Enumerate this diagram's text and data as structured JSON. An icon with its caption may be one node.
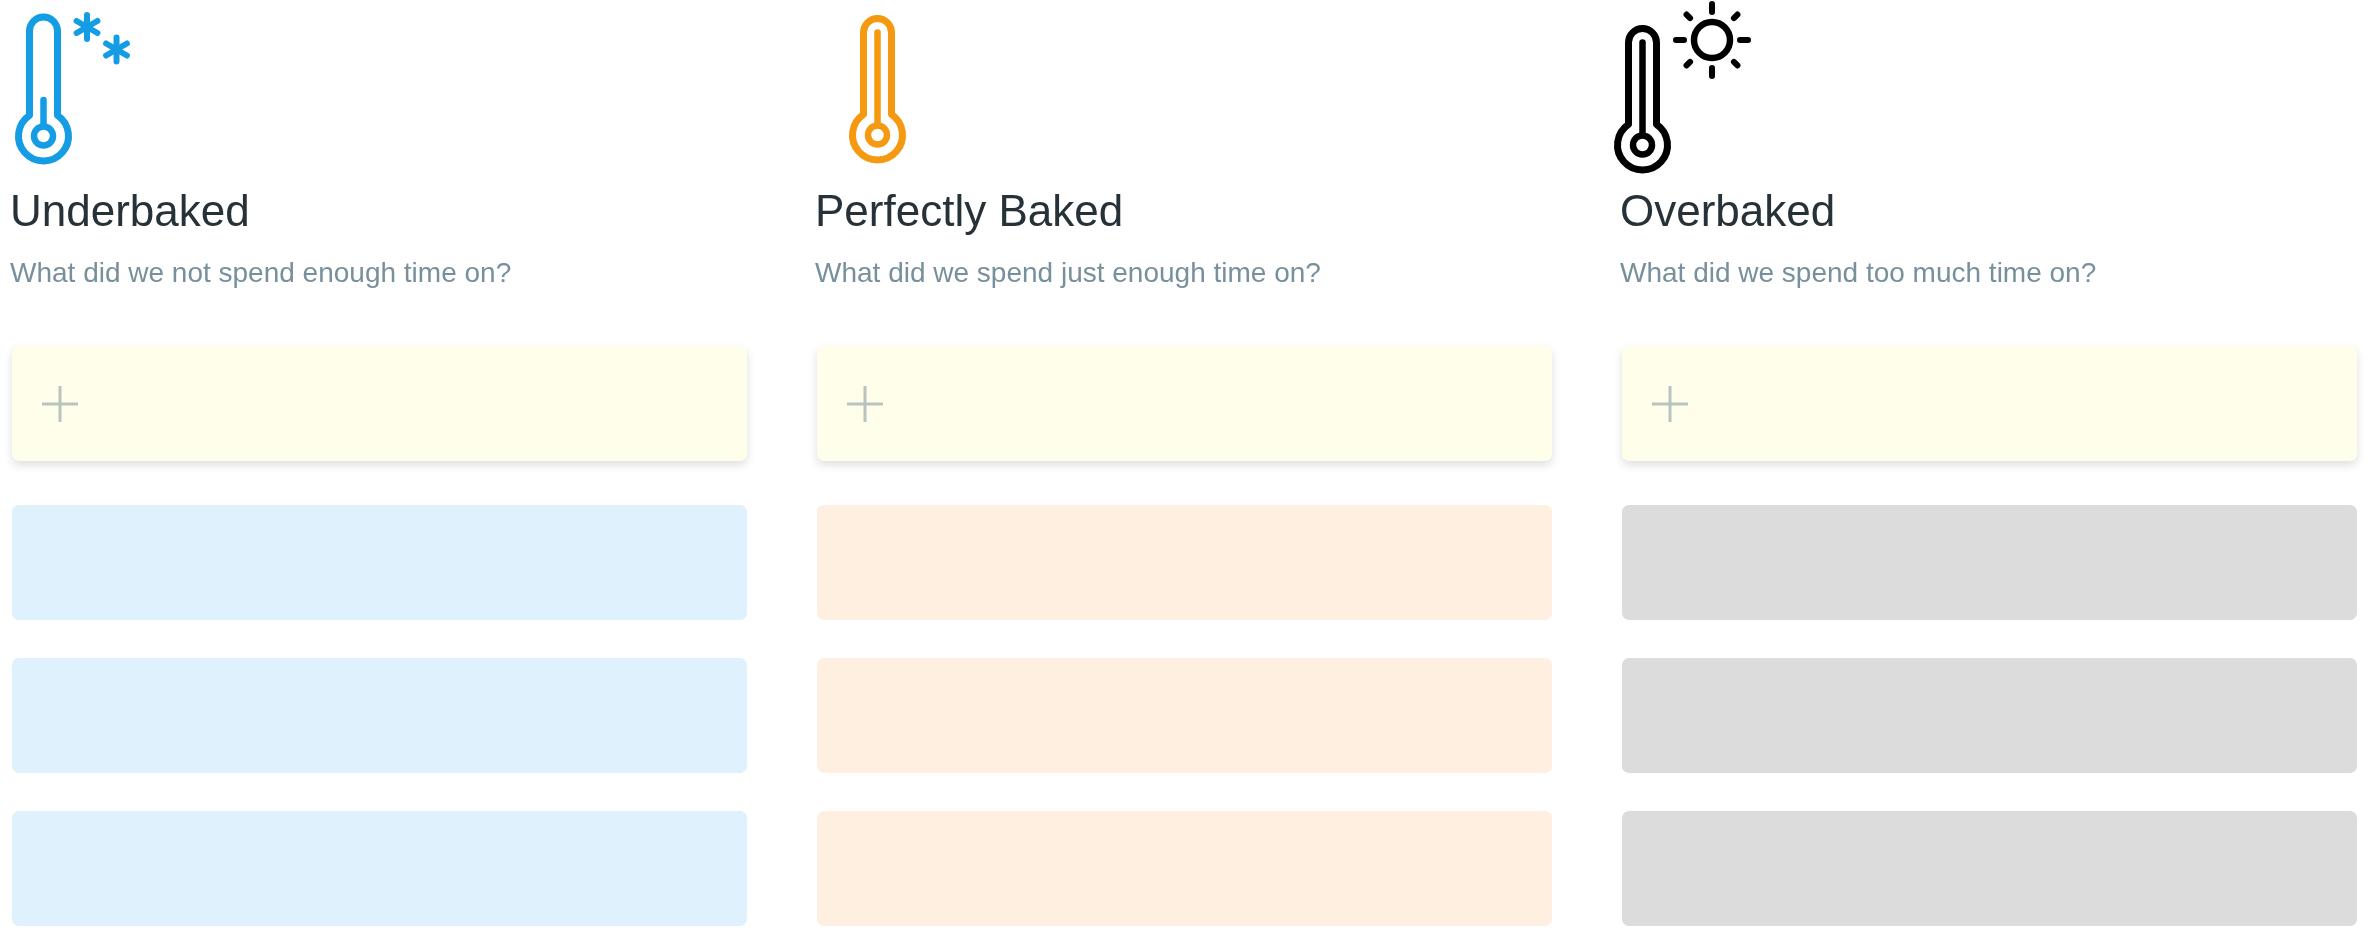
{
  "diagram": {
    "nodes": [
      {
        "text": [],
        "shape": "box"
      },
      {
        "text": [],
        "shape": "box"
      },
      {
        "text": [],
        "shape": "box"
      },
      {
        "text": [],
        "shape": "box"
      },
      {
        "text": [],
        "shape": "box"
      },
      {
        "text": [],
        "shape": "box"
      },
      {
        "text": [],
        "shape": "box"
      },
      {
        "text": [],
        "shape": "box"
      },
      {
        "text": [],
        "shape": "box"
      },
      {
        "text": [],
        "shape": "box"
      },
      {
        "text": [],
        "shape": "box"
      },
      {
        "text": [],
        "shape": "box"
      }
    ],
    "labels": [
      "Underbaked",
      "What did we not spend enough time on?",
      "Perfectly Baked",
      "What did we spend just enough time on?",
      "Overbaked",
      "What did we spend too much time on?"
    ]
  }
}
